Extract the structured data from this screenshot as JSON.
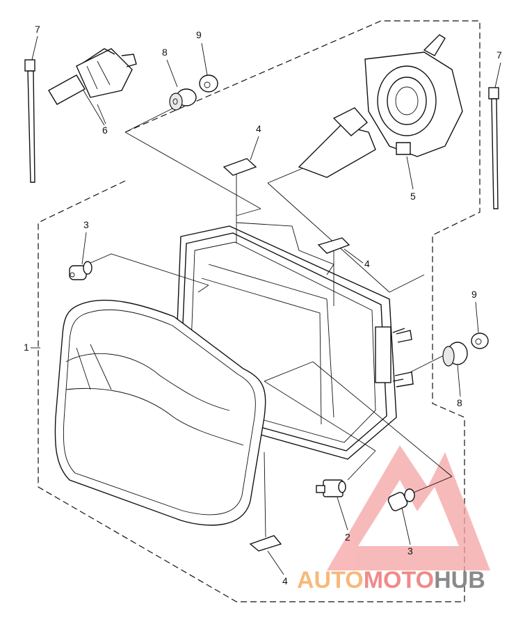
{
  "callouts": {
    "c1": "1",
    "c2": "2",
    "c3a": "3",
    "c3b": "3",
    "c4a": "4",
    "c4b": "4",
    "c4c": "4",
    "c5": "5",
    "c6": "6",
    "c7a": "7",
    "c7b": "7",
    "c8a": "8",
    "c8b": "8",
    "c9a": "9",
    "c9b": "9"
  },
  "watermark": {
    "part1": "AUTO",
    "part2": "MOTO",
    "part3": "HUB",
    "color_orange": "#f7b97a",
    "color_red": "#f08a8a",
    "color_gray": "#8a8a8a"
  }
}
